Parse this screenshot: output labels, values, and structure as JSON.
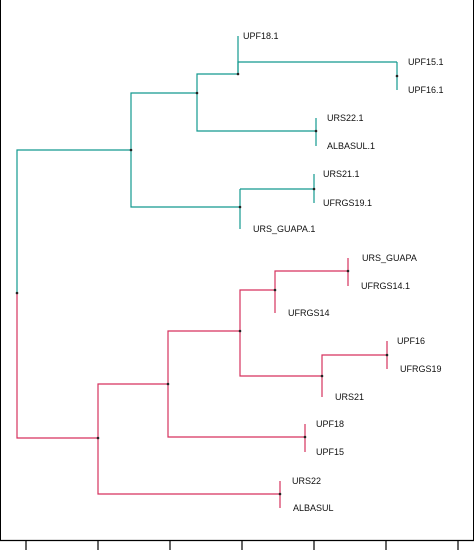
{
  "colors": {
    "cluster_a": "#13998f",
    "cluster_b": "#d6325d",
    "frame": "#000000"
  },
  "leaves": [
    "UPF18.1",
    "UPF15.1",
    "UPF16.1",
    "URS22.1",
    "ALBASUL.1",
    "URS21.1",
    "UFRGS19.1",
    "URS_GUAPA.1",
    "URS_GUAPA",
    "UFRGS14.1",
    "UFRGS14",
    "UPF16",
    "UFRGS19",
    "URS21",
    "UPF18",
    "UPF15",
    "URS22",
    "ALBASUL"
  ],
  "axis": {
    "tick_count": 7
  }
}
